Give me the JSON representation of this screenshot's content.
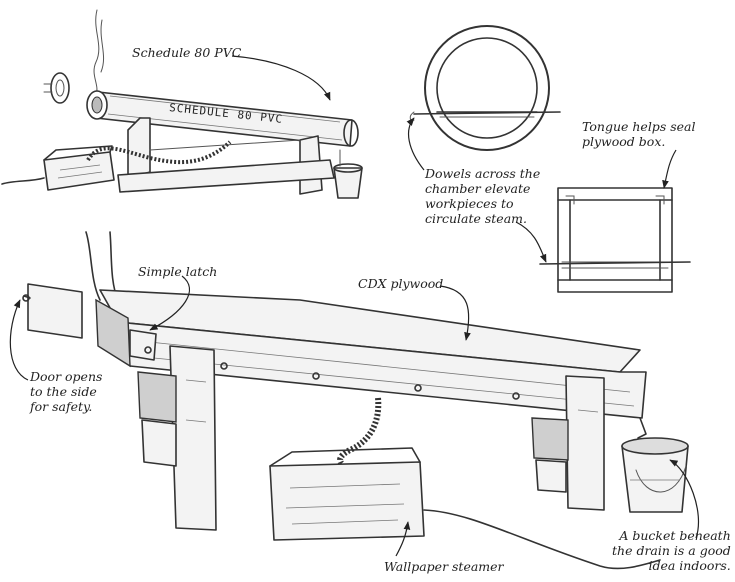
{
  "labels": {
    "schedule_pvc": "Schedule 80 PVC",
    "pipe_stencil": "SCHEDULE 80 PVC",
    "dowels": [
      "Dowels across the",
      "chamber elevate",
      "workpieces to",
      "circulate steam."
    ],
    "tongue": [
      "Tongue helps seal",
      "plywood box."
    ],
    "simple_latch": "Simple latch",
    "cdx_plywood": "CDX plywood",
    "door": [
      "Door opens",
      "to the side",
      "for safety."
    ],
    "bucket": [
      "A bucket beneath",
      "the drain is a good",
      "idea indoors."
    ],
    "wallpaper_steamer": "Wallpaper steamer"
  }
}
